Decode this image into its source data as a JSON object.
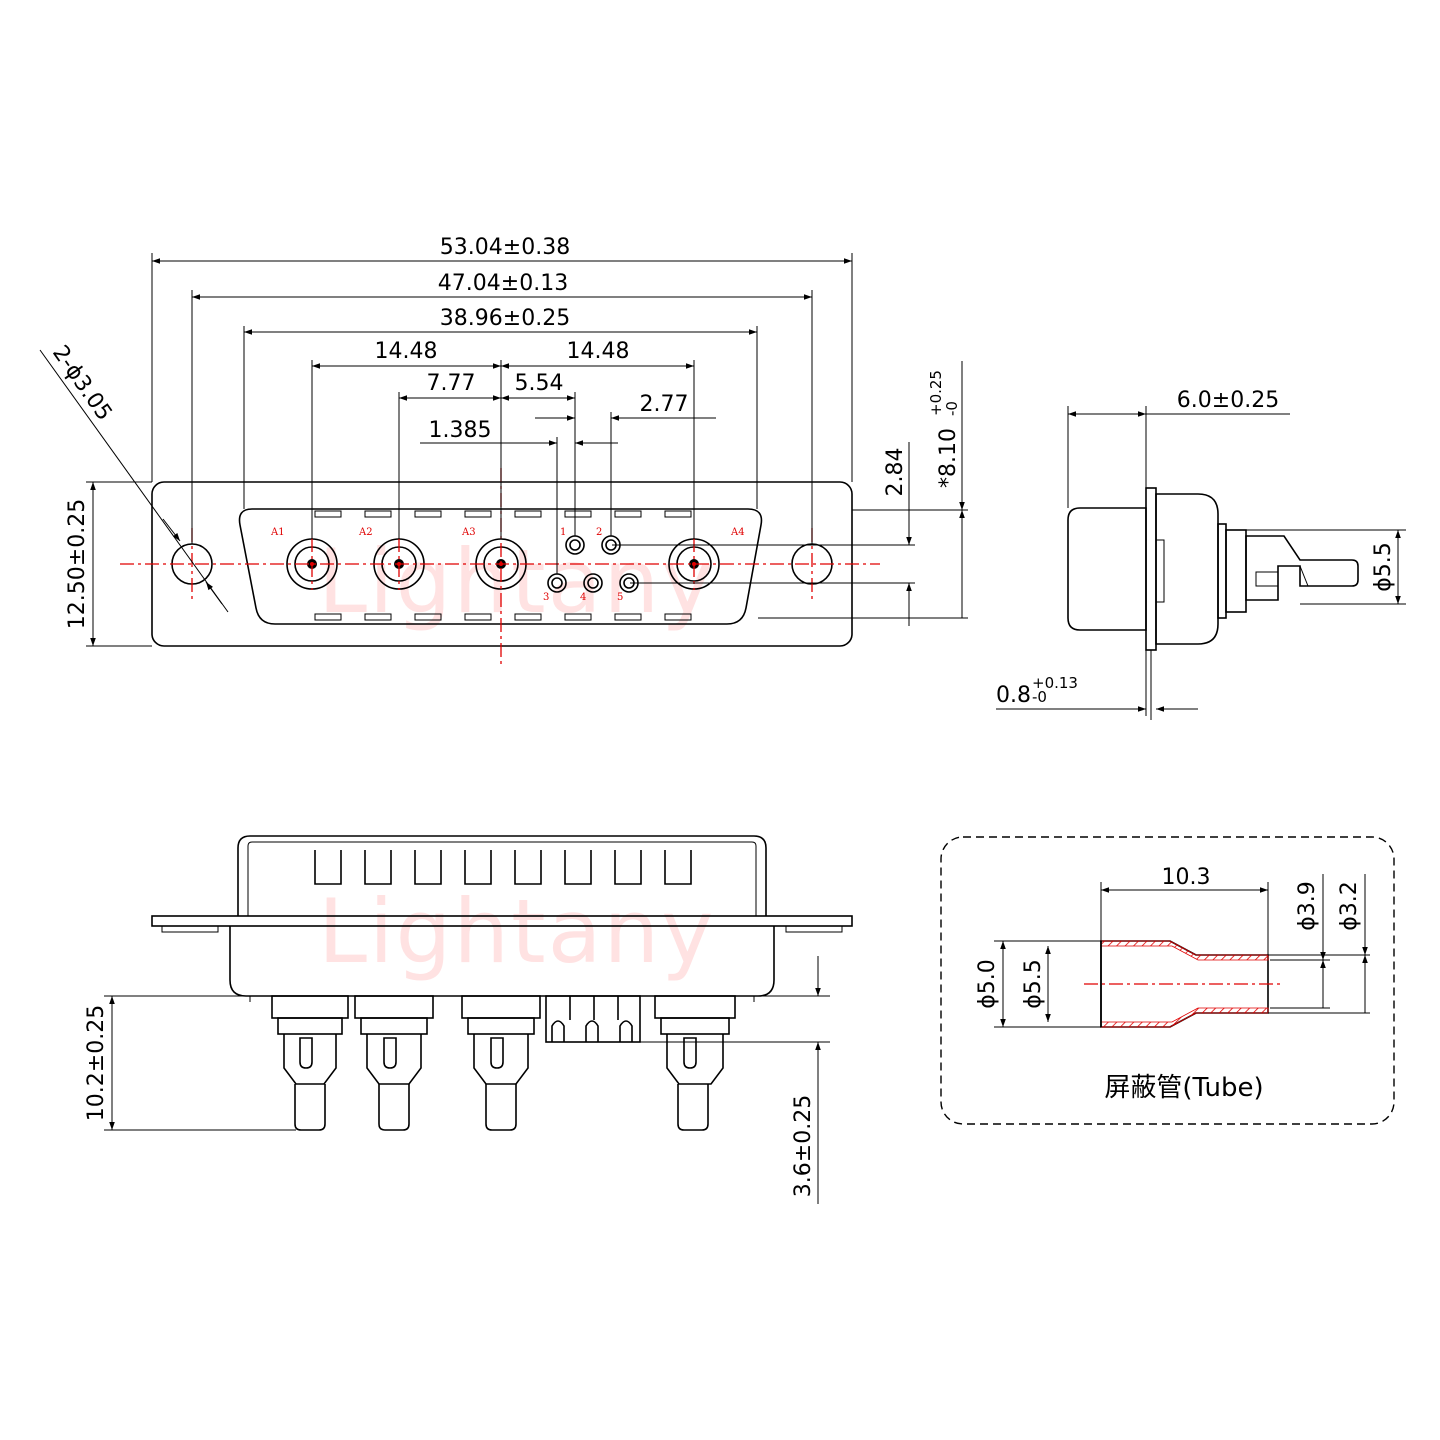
{
  "watermark": "Lightany",
  "front_view": {
    "dims": {
      "overall_width": "53.04±0.38",
      "mount_hole_spacing": "47.04±0.13",
      "shell_width": "38.96±0.25",
      "pitch_left": "14.48",
      "pitch_right": "14.48",
      "a2_offset": "7.77",
      "pin1_offset": "5.54",
      "pin_pitch": "2.77",
      "pin3_offset": "1.385",
      "mount_holes": "2-ϕ3.05",
      "height": "12.50±0.25",
      "row_spacing": "2.84",
      "shell_height": "*8.10",
      "shell_height_tol_plus": "+0.25",
      "shell_height_tol_minus": "-0"
    },
    "coax_labels": [
      "A1",
      "A2",
      "A3",
      "A4"
    ],
    "signal_labels": [
      "1",
      "2",
      "3",
      "4",
      "5"
    ]
  },
  "side_view": {
    "dims": {
      "body_depth": "6.0±0.25",
      "tail_diameter": "ϕ5.5",
      "flange_thickness": "0.8",
      "flange_tol_plus": "+0.13",
      "flange_tol_minus": "-0"
    }
  },
  "bottom_view": {
    "dims": {
      "contact_length": "10.2±0.25",
      "signal_pin_length": "3.6±0.25"
    }
  },
  "tube_detail": {
    "caption": "屏蔽管(Tube)",
    "dims": {
      "length": "10.3",
      "inner_diameter_large": "ϕ5.0",
      "outer_diameter_large": "ϕ5.5",
      "outer_diameter_small": "ϕ3.9",
      "inner_diameter_small": "ϕ3.2"
    }
  },
  "colors": {
    "outline": "#000000",
    "centerline": "#e00000",
    "watermark": "#ff4a4a"
  }
}
